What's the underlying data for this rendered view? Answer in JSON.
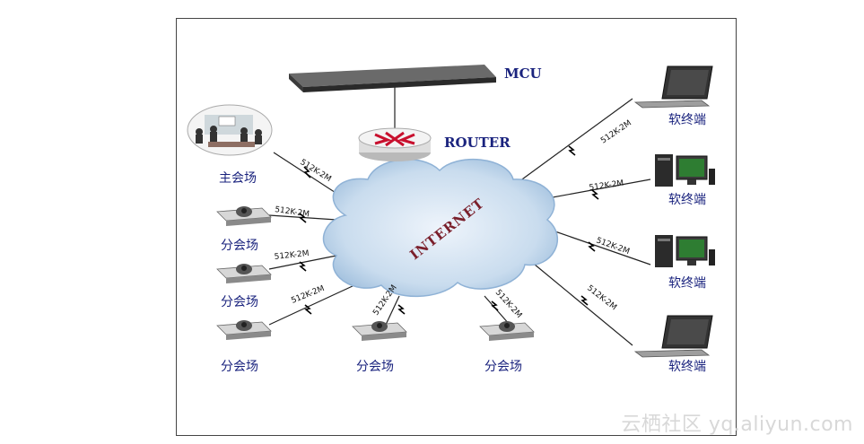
{
  "core": {
    "mcu_label": "MCU",
    "router_label": "ROUTER",
    "internet_label": "INTERNET"
  },
  "main_venue": {
    "label": "主会场",
    "link": "512K-2M"
  },
  "branch_venues": [
    {
      "label": "分会场",
      "link": "512K-2M"
    },
    {
      "label": "分会场",
      "link": "512K-2M"
    },
    {
      "label": "分会场",
      "link": "512K-2M"
    },
    {
      "label": "分会场",
      "link": "512K-2M"
    },
    {
      "label": "分会场",
      "link": "512K-2M"
    }
  ],
  "soft_terminals": [
    {
      "label": "软终端",
      "link": "512K-2M",
      "kind": "laptop"
    },
    {
      "label": "软终端",
      "link": "512K-2M",
      "kind": "desktop"
    },
    {
      "label": "软终端",
      "link": "512K-2M",
      "kind": "desktop"
    },
    {
      "label": "软终端",
      "link": "512K-2M",
      "kind": "laptop"
    }
  ],
  "watermark": "云栖社区 yq.aliyun.com",
  "colors": {
    "label": "#1a237e",
    "cloud": "#c9dcee",
    "cloud_edge": "#8fb2d6",
    "internet_text": "#7a1f2b",
    "line": "#222222"
  }
}
